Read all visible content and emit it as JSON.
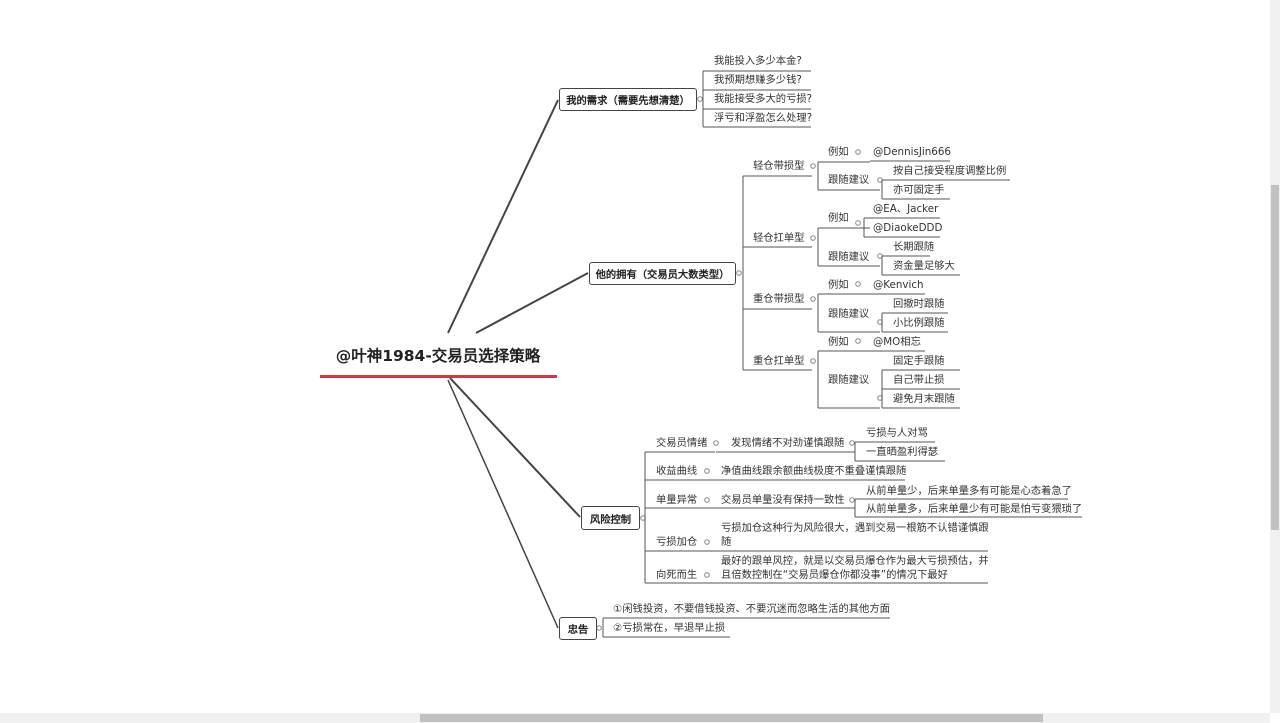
{
  "accent_color": "#d9343f",
  "root": {
    "title": "@叶神1984-交易员选择策略"
  },
  "needs": {
    "label": "我的需求（需要先想清楚）",
    "items": [
      "我能投入多少本金?",
      "我预期想赚多少钱?",
      "我能接受多大的亏损?",
      "浮亏和浮盈怎么处理?"
    ]
  },
  "types": {
    "label": "他的拥有（交易员大数类型）",
    "groups": [
      {
        "label": "轻仓带损型",
        "example_label": "例如",
        "examples": [
          "@DennisJin666"
        ],
        "advice_label": "跟随建议",
        "advice": [
          "按自己接受程度调整比例",
          "亦可固定手"
        ]
      },
      {
        "label": "轻仓扛单型",
        "example_label": "例如",
        "examples": [
          "@EA、Jacker",
          "@DiaokeDDD"
        ],
        "advice_label": "跟随建议",
        "advice": [
          "长期跟随",
          "资金量足够大"
        ]
      },
      {
        "label": "重仓带损型",
        "example_label": "例如",
        "examples": [
          "@Kenvich"
        ],
        "advice_label": "跟随建议",
        "advice": [
          "回撤时跟随",
          "小比例跟随"
        ]
      },
      {
        "label": "重仓扛单型",
        "example_label": "例如",
        "examples": [
          "@MO相忘"
        ],
        "advice_label": "跟随建议",
        "advice": [
          "固定手跟随",
          "自己带止损",
          "避免月末跟随"
        ]
      }
    ]
  },
  "risk": {
    "label": "风险控制",
    "items": [
      {
        "label": "交易员情绪",
        "detail": "发现情绪不对劲谨慎跟随",
        "sub": [
          "亏损与人对骂",
          "一直晒盈利得瑟"
        ]
      },
      {
        "label": "收益曲线",
        "detail": "净值曲线跟余额曲线极度不重叠谨慎跟随"
      },
      {
        "label": "单量异常",
        "detail": "交易员单量没有保持一致性",
        "sub": [
          "从前单量少，后来单量多有可能是心态着急了",
          "从前单量多，后来单量少有可能是怕亏变猥琐了"
        ]
      },
      {
        "label": "亏损加仓",
        "detail": "亏损加仓这种行为风险很大，遇到交易一根筋不认错谨慎跟随"
      },
      {
        "label": "向死而生",
        "detail": "最好的跟单风控，就是以交易员爆仓作为最大亏损预估，并且倍数控制在“交易员爆仓你都没事”的情况下最好"
      }
    ]
  },
  "advice": {
    "label": "忠告",
    "items": [
      "①闲钱投资，不要借钱投资、不要沉迷而忽略生活的其他方面",
      "②亏损常在，早退早止损"
    ]
  }
}
